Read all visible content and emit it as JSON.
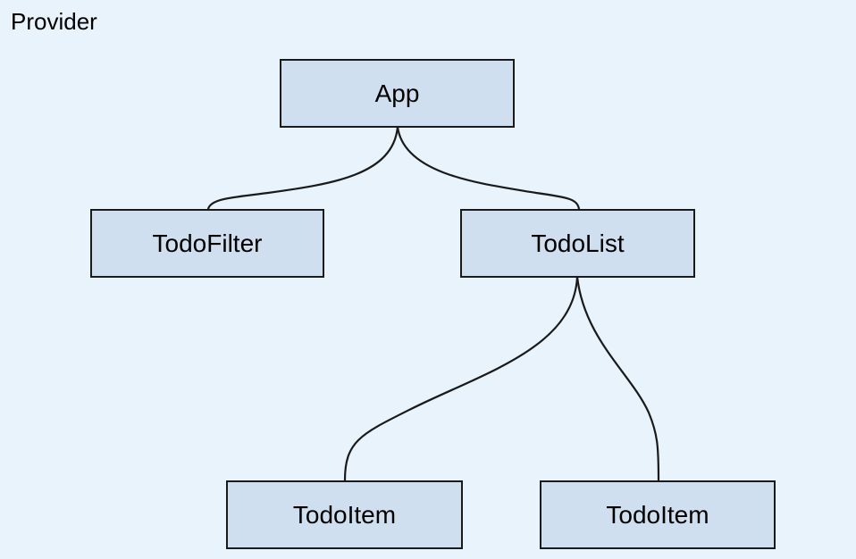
{
  "diagram": {
    "title": "Provider",
    "background_color": "#e8f3fc",
    "node_fill_color": "#cfdfef",
    "node_border_color": "#1a1a1a",
    "edge_color": "#1a1a1a",
    "nodes": [
      {
        "id": "app",
        "label": "App"
      },
      {
        "id": "todofilter",
        "label": "TodoFilter"
      },
      {
        "id": "todolist",
        "label": "TodoList"
      },
      {
        "id": "todoitem1",
        "label": "TodoItem"
      },
      {
        "id": "todoitem2",
        "label": "TodoItem"
      }
    ],
    "edges": [
      {
        "from": "app",
        "to": "todofilter"
      },
      {
        "from": "app",
        "to": "todolist"
      },
      {
        "from": "todolist",
        "to": "todoitem1"
      },
      {
        "from": "todolist",
        "to": "todoitem2"
      }
    ]
  }
}
